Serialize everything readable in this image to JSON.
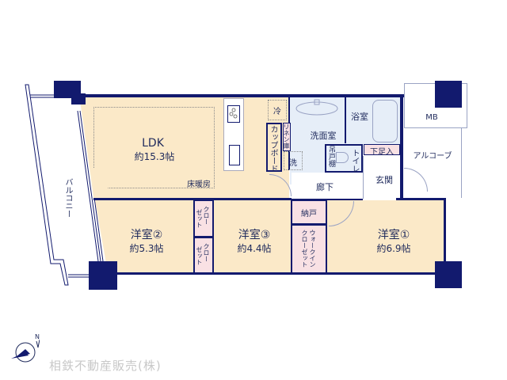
{
  "floorplan": {
    "rooms": {
      "ldk": {
        "name": "LDK",
        "area": "約15.3帖",
        "note": "床暖房"
      },
      "western1": {
        "name": "洋室①",
        "area": "約6.9帖"
      },
      "western2": {
        "name": "洋室②",
        "area": "約5.3帖"
      },
      "western3": {
        "name": "洋室③",
        "area": "約4.4帖"
      },
      "washroom": {
        "name": "洗面室"
      },
      "bathroom": {
        "name": "浴室"
      },
      "toilet": {
        "name": "トイレ"
      },
      "hanging_cabinet": {
        "name": "吊戸棚"
      },
      "entrance": {
        "name": "玄関"
      },
      "shoe_box": {
        "name": "下足入"
      },
      "hallway": {
        "name": "廊下"
      },
      "storage": {
        "name": "納戸"
      },
      "walk_in_closet": {
        "name": "ウォークイン\nクローゼット",
        "line1": "ウォークイン",
        "line2": "クローゼット"
      },
      "closet_a": {
        "name": "クローゼット",
        "line1": "クロー",
        "line2": "ゼット"
      },
      "closet_b": {
        "name": "クローゼット",
        "line1": "クロー",
        "line2": "ゼット"
      },
      "cupboard": {
        "name": "カップボード"
      },
      "linen": {
        "name": "リネン庫"
      },
      "fridge": {
        "name": "冷"
      },
      "washer": {
        "name": "洗"
      },
      "balcony": {
        "name": "バルコニー"
      },
      "alcove": {
        "name": "アルコーブ"
      },
      "meter_box": {
        "name": "MB"
      }
    },
    "company": "相鉄不動産販売(株)",
    "compass": {
      "label": "N"
    },
    "colors": {
      "wall": "#121a6e",
      "living": "#fbe9c8",
      "wet_area": "#e6eef8",
      "storage": "#f9e1e4",
      "company_text": "#c8c8c8"
    }
  }
}
